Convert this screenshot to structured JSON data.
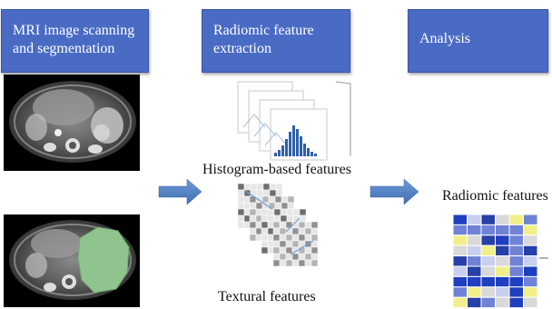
{
  "steps": {
    "mri": {
      "line1": "MRI image scanning",
      "line2": "and segmentation"
    },
    "radiomic": {
      "line1": "Radiomic feature",
      "line2": "extraction"
    },
    "analysis": {
      "label": "Analysis"
    }
  },
  "captions": {
    "histogram": "Histogram-based features",
    "textural": "Textural features",
    "radiomic_features": "Radiomic features"
  },
  "colors": {
    "header_box": "#4a6bc4",
    "arrow": "#4f81bd",
    "segmentation_mask": "#8fc48f",
    "histogram": "#2f5fa8",
    "heatmap_blue": "#1f3fbf",
    "heatmap_yellow": "#f2ef8a"
  }
}
